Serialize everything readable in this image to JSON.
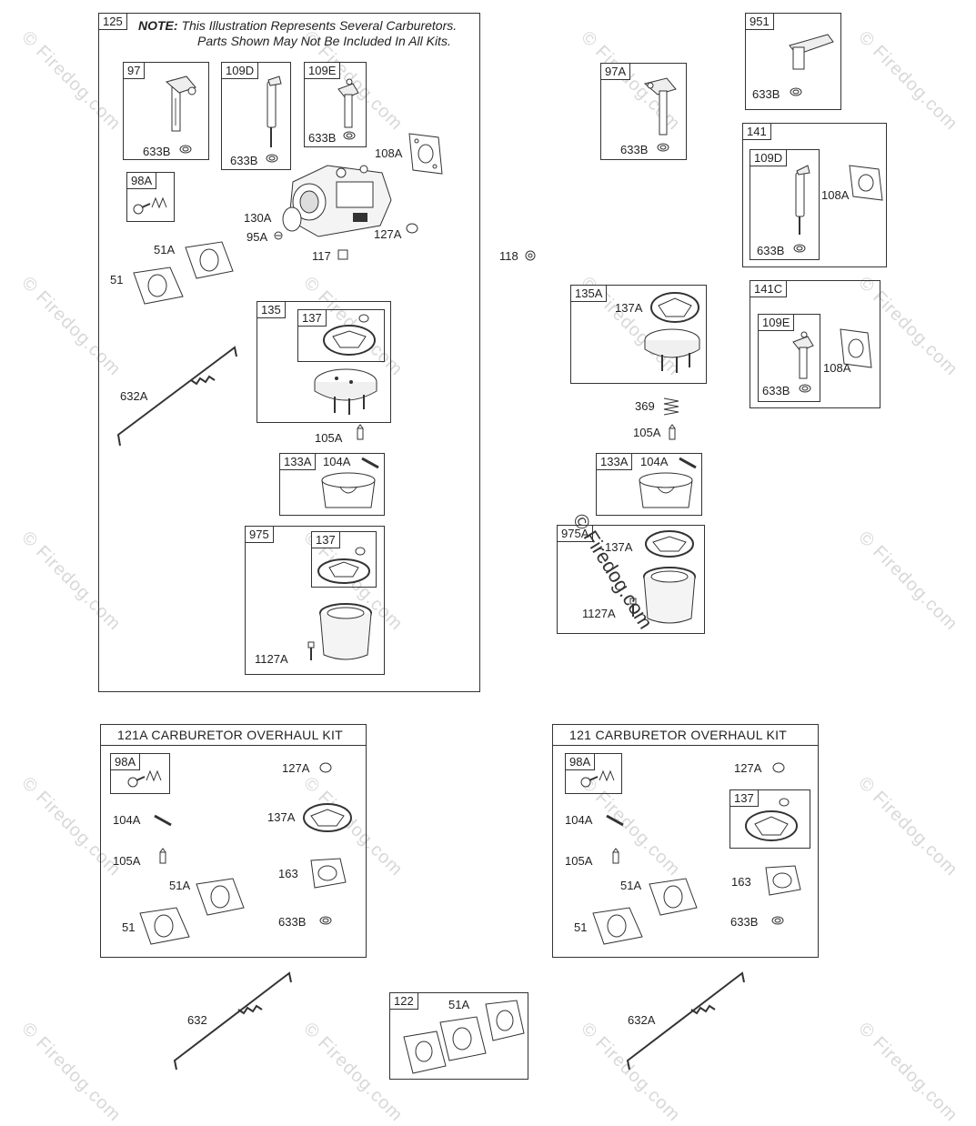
{
  "watermark": {
    "text": "© Firedog.com",
    "big_text": "© Firedog.com"
  },
  "note": {
    "label": "NOTE:",
    "line1": "This Illustration Represents Several Carburetors.",
    "line2": "Parts Shown May Not Be Included In All Kits."
  },
  "boxes": {
    "b125": "125",
    "b97": "97",
    "b109D": "109D",
    "b109E": "109E",
    "b98A": "98A",
    "b135": "135",
    "b137a": "137",
    "b133A": "133A",
    "b975": "975",
    "b137b": "137",
    "b97A": "97A",
    "b951": "951",
    "b141": "141",
    "b109D2": "109D",
    "b141C": "141C",
    "b109E2": "109E",
    "b135A": "135A",
    "b133A2": "133A",
    "b975A": "975A",
    "b98A2": "98A",
    "b98A3": "98A",
    "b137k": "137",
    "b122": "122"
  },
  "kits": {
    "k121A": "121A CARBURETOR OVERHAUL KIT",
    "k121": "121 CARBURETOR OVERHAUL KIT"
  },
  "labels": {
    "l633B_1": "633B",
    "l633B_2": "633B",
    "l633B_3": "633B",
    "l108A_1": "108A",
    "l130A": "130A",
    "l95A": "95A",
    "l127A_1": "127A",
    "l117": "117",
    "l51A_1": "51A",
    "l51_1": "51",
    "l632A_1": "632A",
    "l105A_1": "105A",
    "l104A_1": "104A",
    "l1127A_1": "1127A",
    "l118": "118",
    "l633B_4": "633B",
    "l633B_5": "633B",
    "l108A_2": "108A",
    "l633B_6": "633B",
    "l108A_3": "108A",
    "l633B_7": "633B",
    "l137A_1": "137A",
    "l369": "369",
    "l105A_2": "105A",
    "l104A_2": "104A",
    "l137A_2": "137A",
    "l1127A_2": "1127A",
    "k1_127A": "127A",
    "k1_104A": "104A",
    "k1_137A": "137A",
    "k1_105A": "105A",
    "k1_51A": "51A",
    "k1_163": "163",
    "k1_51": "51",
    "k1_633B": "633B",
    "k2_127A": "127A",
    "k2_104A": "104A",
    "k2_105A": "105A",
    "k2_51A": "51A",
    "k2_163": "163",
    "k2_51": "51",
    "k2_633B": "633B",
    "l632": "632",
    "l51A_b": "51A",
    "l632A_b": "632A"
  }
}
